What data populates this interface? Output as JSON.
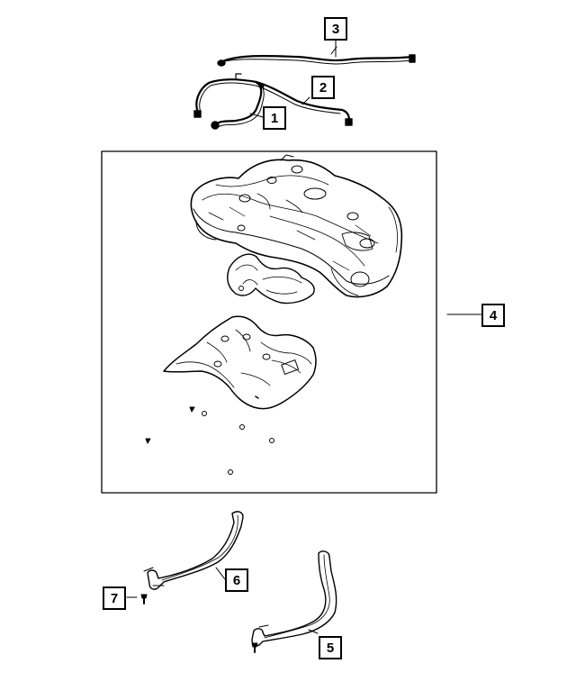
{
  "figure": {
    "type": "exploded-parts-diagram",
    "line_color": "#000000",
    "background": "#ffffff",
    "callouts": [
      {
        "id": "c1",
        "label": "1"
      },
      {
        "id": "c2",
        "label": "2"
      },
      {
        "id": "c3",
        "label": "3"
      },
      {
        "id": "c4",
        "label": "4"
      },
      {
        "id": "c5",
        "label": "5"
      },
      {
        "id": "c6",
        "label": "6"
      },
      {
        "id": "c7",
        "label": "7"
      }
    ]
  }
}
